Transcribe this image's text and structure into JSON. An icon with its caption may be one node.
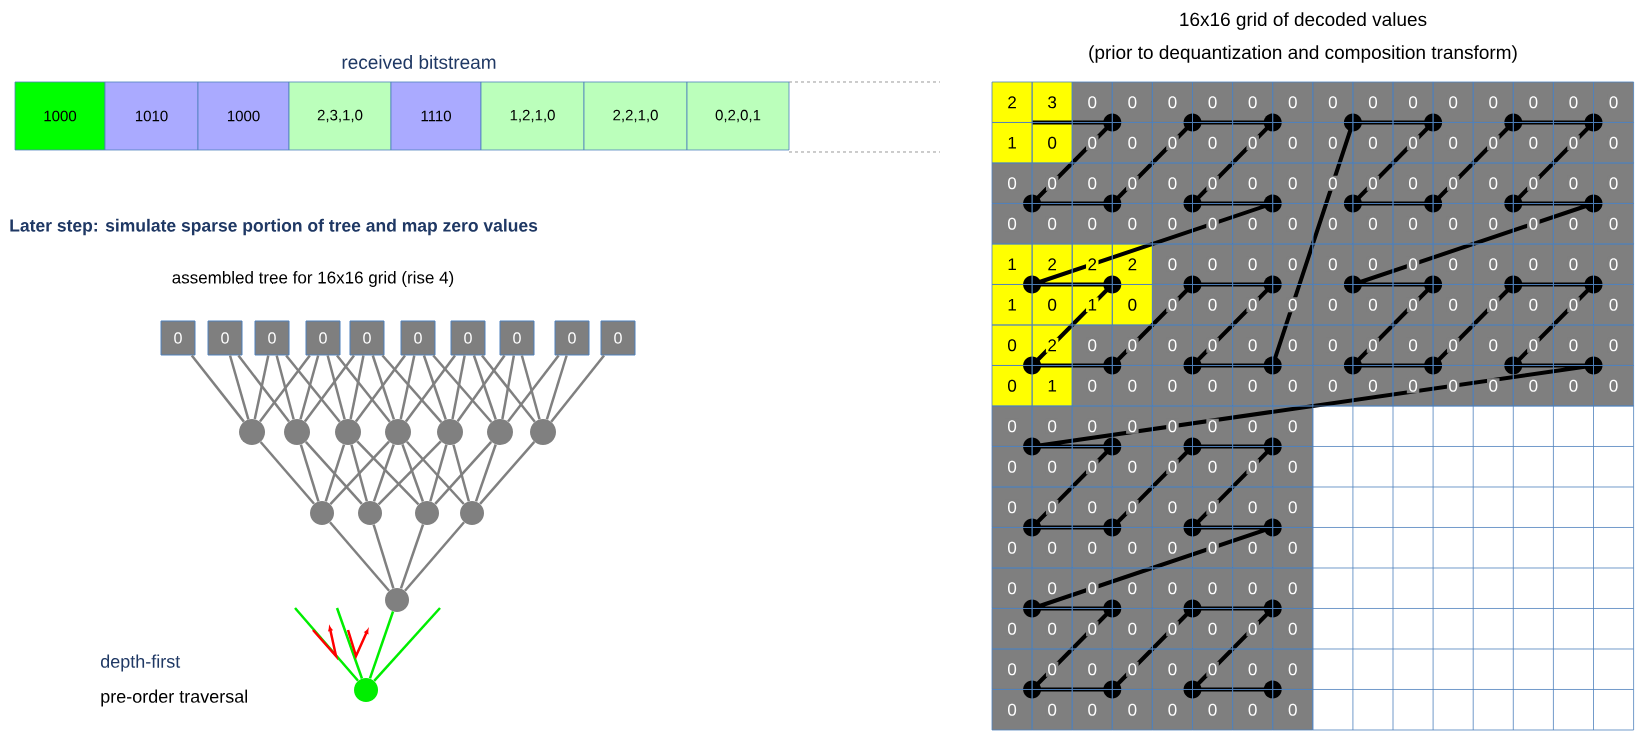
{
  "diagram": {
    "nodes": [
      {
        "text": [
          "1000"
        ]
      },
      {
        "text": [
          "1010"
        ]
      },
      {
        "text": [
          "1000"
        ]
      },
      {
        "text": [
          "2,3,1,0"
        ]
      },
      {
        "text": [
          "1110"
        ]
      },
      {
        "text": [
          "1,2,1,0"
        ]
      },
      {
        "text": [
          "2,2,1,0"
        ]
      },
      {
        "text": [
          "0,2,0,1"
        ]
      },
      {
        "text": [
          "0"
        ]
      },
      {
        "text": [
          "0"
        ]
      },
      {
        "text": [
          "0"
        ]
      },
      {
        "text": [
          "0"
        ]
      },
      {
        "text": [
          "0"
        ]
      },
      {
        "text": [
          "0"
        ]
      },
      {
        "text": [
          "0"
        ]
      },
      {
        "text": [
          "0"
        ]
      },
      {
        "text": [
          "0"
        ]
      },
      {
        "text": [
          "0"
        ]
      },
      {
        "text": [],
        "shape": "circle"
      },
      {
        "text": [],
        "shape": "circle"
      },
      {
        "text": [],
        "shape": "circle"
      },
      {
        "text": [],
        "shape": "circle"
      },
      {
        "text": [],
        "shape": "circle"
      },
      {
        "text": [],
        "shape": "circle"
      },
      {
        "text": [],
        "shape": "circle"
      },
      {
        "text": [],
        "shape": "circle"
      },
      {
        "text": [],
        "shape": "circle"
      },
      {
        "text": [],
        "shape": "circle"
      },
      {
        "text": [],
        "shape": "circle"
      },
      {
        "text": [],
        "shape": "circle"
      },
      {
        "text": [],
        "shape": "circle"
      }
    ],
    "edges": [
      {
        "from": 8,
        "to": 18,
        "arrow": "none"
      },
      {
        "from": 9,
        "to": 18,
        "arrow": "none"
      },
      {
        "from": 10,
        "to": 18,
        "arrow": "none"
      },
      {
        "from": 11,
        "to": 18,
        "arrow": "none"
      },
      {
        "from": 9,
        "to": 19,
        "arrow": "none"
      },
      {
        "from": 10,
        "to": 19,
        "arrow": "none"
      },
      {
        "from": 11,
        "to": 19,
        "arrow": "none"
      },
      {
        "from": 12,
        "to": 19,
        "arrow": "none"
      },
      {
        "from": 10,
        "to": 20,
        "arrow": "none"
      },
      {
        "from": 11,
        "to": 20,
        "arrow": "none"
      },
      {
        "from": 12,
        "to": 20,
        "arrow": "none"
      },
      {
        "from": 13,
        "to": 20,
        "arrow": "none"
      },
      {
        "from": 11,
        "to": 21,
        "arrow": "none"
      },
      {
        "from": 12,
        "to": 21,
        "arrow": "none"
      },
      {
        "from": 13,
        "to": 21,
        "arrow": "none"
      },
      {
        "from": 14,
        "to": 21,
        "arrow": "none"
      },
      {
        "from": 12,
        "to": 22,
        "arrow": "none"
      },
      {
        "from": 13,
        "to": 22,
        "arrow": "none"
      },
      {
        "from": 14,
        "to": 22,
        "arrow": "none"
      },
      {
        "from": 15,
        "to": 22,
        "arrow": "none"
      },
      {
        "from": 13,
        "to": 23,
        "arrow": "none"
      },
      {
        "from": 14,
        "to": 23,
        "arrow": "none"
      },
      {
        "from": 15,
        "to": 23,
        "arrow": "none"
      },
      {
        "from": 16,
        "to": 23,
        "arrow": "none"
      },
      {
        "from": 14,
        "to": 24,
        "arrow": "none"
      },
      {
        "from": 15,
        "to": 24,
        "arrow": "none"
      },
      {
        "from": 16,
        "to": 24,
        "arrow": "none"
      },
      {
        "from": 17,
        "to": 24,
        "arrow": "none"
      },
      {
        "from": 18,
        "to": 25,
        "arrow": "none"
      },
      {
        "from": 19,
        "to": 25,
        "arrow": "none"
      },
      {
        "from": 20,
        "to": 25,
        "arrow": "none"
      },
      {
        "from": 21,
        "to": 25,
        "arrow": "none"
      },
      {
        "from": 19,
        "to": 26,
        "arrow": "none"
      },
      {
        "from": 20,
        "to": 26,
        "arrow": "none"
      },
      {
        "from": 21,
        "to": 26,
        "arrow": "none"
      },
      {
        "from": 22,
        "to": 26,
        "arrow": "none"
      },
      {
        "from": 20,
        "to": 27,
        "arrow": "none"
      },
      {
        "from": 21,
        "to": 27,
        "arrow": "none"
      },
      {
        "from": 22,
        "to": 27,
        "arrow": "none"
      },
      {
        "from": 23,
        "to": 27,
        "arrow": "none"
      },
      {
        "from": 21,
        "to": 28,
        "arrow": "none"
      },
      {
        "from": 22,
        "to": 28,
        "arrow": "none"
      },
      {
        "from": 23,
        "to": 28,
        "arrow": "none"
      },
      {
        "from": 24,
        "to": 28,
        "arrow": "none"
      },
      {
        "from": 25,
        "to": 29,
        "arrow": "none"
      },
      {
        "from": 26,
        "to": 29,
        "arrow": "none"
      },
      {
        "from": 27,
        "to": 29,
        "arrow": "none"
      },
      {
        "from": 28,
        "to": 29,
        "arrow": "none"
      },
      {
        "from": 30,
        "to": null,
        "arrow": "none",
        "color": "#00ee00"
      },
      {
        "from": 30,
        "to": null,
        "arrow": "none",
        "color": "#00ee00"
      },
      {
        "from": 30,
        "to": 29,
        "arrow": "none",
        "color": "#00ee00"
      },
      {
        "from": 30,
        "to": null,
        "arrow": "none",
        "color": "#00ee00"
      }
    ],
    "labels": [
      "received bitstream",
      "Later step: simulate sparse portion of tree and map zero values",
      "assembled tree for 16x16 grid (rise 4)",
      "depth-first",
      "pre-order traversal",
      "16x16 grid of decoded values",
      "(prior to dequantization and composition transform)",
      "2",
      "3",
      "0",
      "0",
      "0",
      "0",
      "0",
      "0",
      "0",
      "0",
      "0",
      "0",
      "0",
      "0",
      "0",
      "0",
      "1",
      "0",
      "0",
      "0",
      "0",
      "0",
      "0",
      "0",
      "0",
      "0",
      "0",
      "0",
      "0",
      "0",
      "0",
      "0",
      "0",
      "0",
      "0",
      "0",
      "0",
      "0",
      "0",
      "0",
      "0",
      "0",
      "0",
      "0",
      "0",
      "0",
      "0",
      "0",
      "0",
      "0",
      "0",
      "0",
      "0",
      "0",
      "0",
      "0",
      "0",
      "0",
      "0",
      "0",
      "0",
      "0",
      "0",
      "0",
      "1",
      "2",
      "2",
      "2",
      "0",
      "0",
      "0",
      "0",
      "0",
      "0",
      "0",
      "0",
      "0",
      "0",
      "0",
      "0",
      "1",
      "0",
      "1",
      "0",
      "0",
      "0",
      "0",
      "0",
      "0",
      "0",
      "0",
      "0",
      "0",
      "0",
      "0",
      "0",
      "0",
      "2",
      "0",
      "0",
      "0",
      "0",
      "0",
      "0",
      "0",
      "0",
      "0",
      "0",
      "0",
      "0",
      "0",
      "0",
      "0",
      "1",
      "0",
      "0",
      "0",
      "0",
      "0",
      "0",
      "0",
      "0",
      "0",
      "0",
      "0",
      "0",
      "0",
      "0",
      "0",
      "0",
      "0",
      "0",
      "0",
      "0",
      "0",
      "0",
      "0",
      "0",
      "0",
      "0",
      "0",
      "0",
      "0",
      "0",
      "0",
      "0",
      "0",
      "0",
      "0",
      "0",
      "0",
      "0",
      "0",
      "0",
      "0",
      "0",
      "0",
      "0",
      "0",
      "0",
      "0",
      "0",
      "0",
      "0",
      "0",
      "0",
      "0",
      "0",
      "0",
      "0",
      "0",
      "0",
      "0",
      "0",
      "0",
      "0",
      "0",
      "0",
      "0",
      "0",
      "0",
      "0",
      "0",
      "0",
      "0",
      "0",
      "0",
      "0",
      "0",
      "0",
      "0",
      "0"
    ]
  }
}
